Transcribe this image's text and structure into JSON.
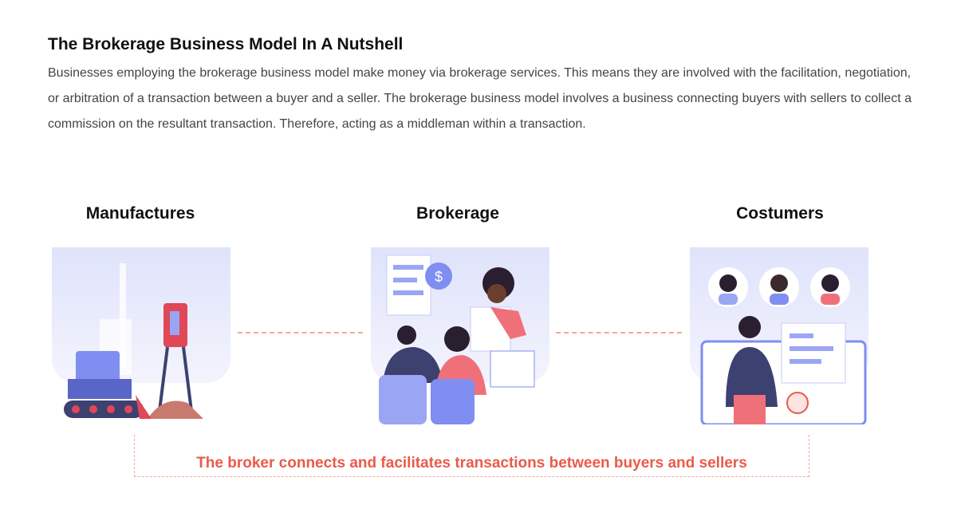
{
  "title": "The Brokerage Business Model In A Nutshell",
  "paragraph": "Businesses employing the brokerage business model make money via brokerage services. This means they are involved with the facilitation, negotiation, or arbitration of a transaction between a buyer and a seller. The brokerage business model involves a business connecting buyers with sellers to collect a commission on the resultant transaction. Therefore, acting as a middleman within a transaction.",
  "columns": [
    {
      "label": "Manufactures",
      "illustration": "construction-machinery"
    },
    {
      "label": "Brokerage",
      "illustration": "brokers-at-work",
      "badge": "$"
    },
    {
      "label": "Costumers",
      "illustration": "customers-online"
    }
  ],
  "tagline": "The broker connects and facilitates transactions between buyers and sellers",
  "colors": {
    "accent": "#ea5a4b",
    "dash": "#f3a89a",
    "illustration": "#7f8ef0"
  }
}
